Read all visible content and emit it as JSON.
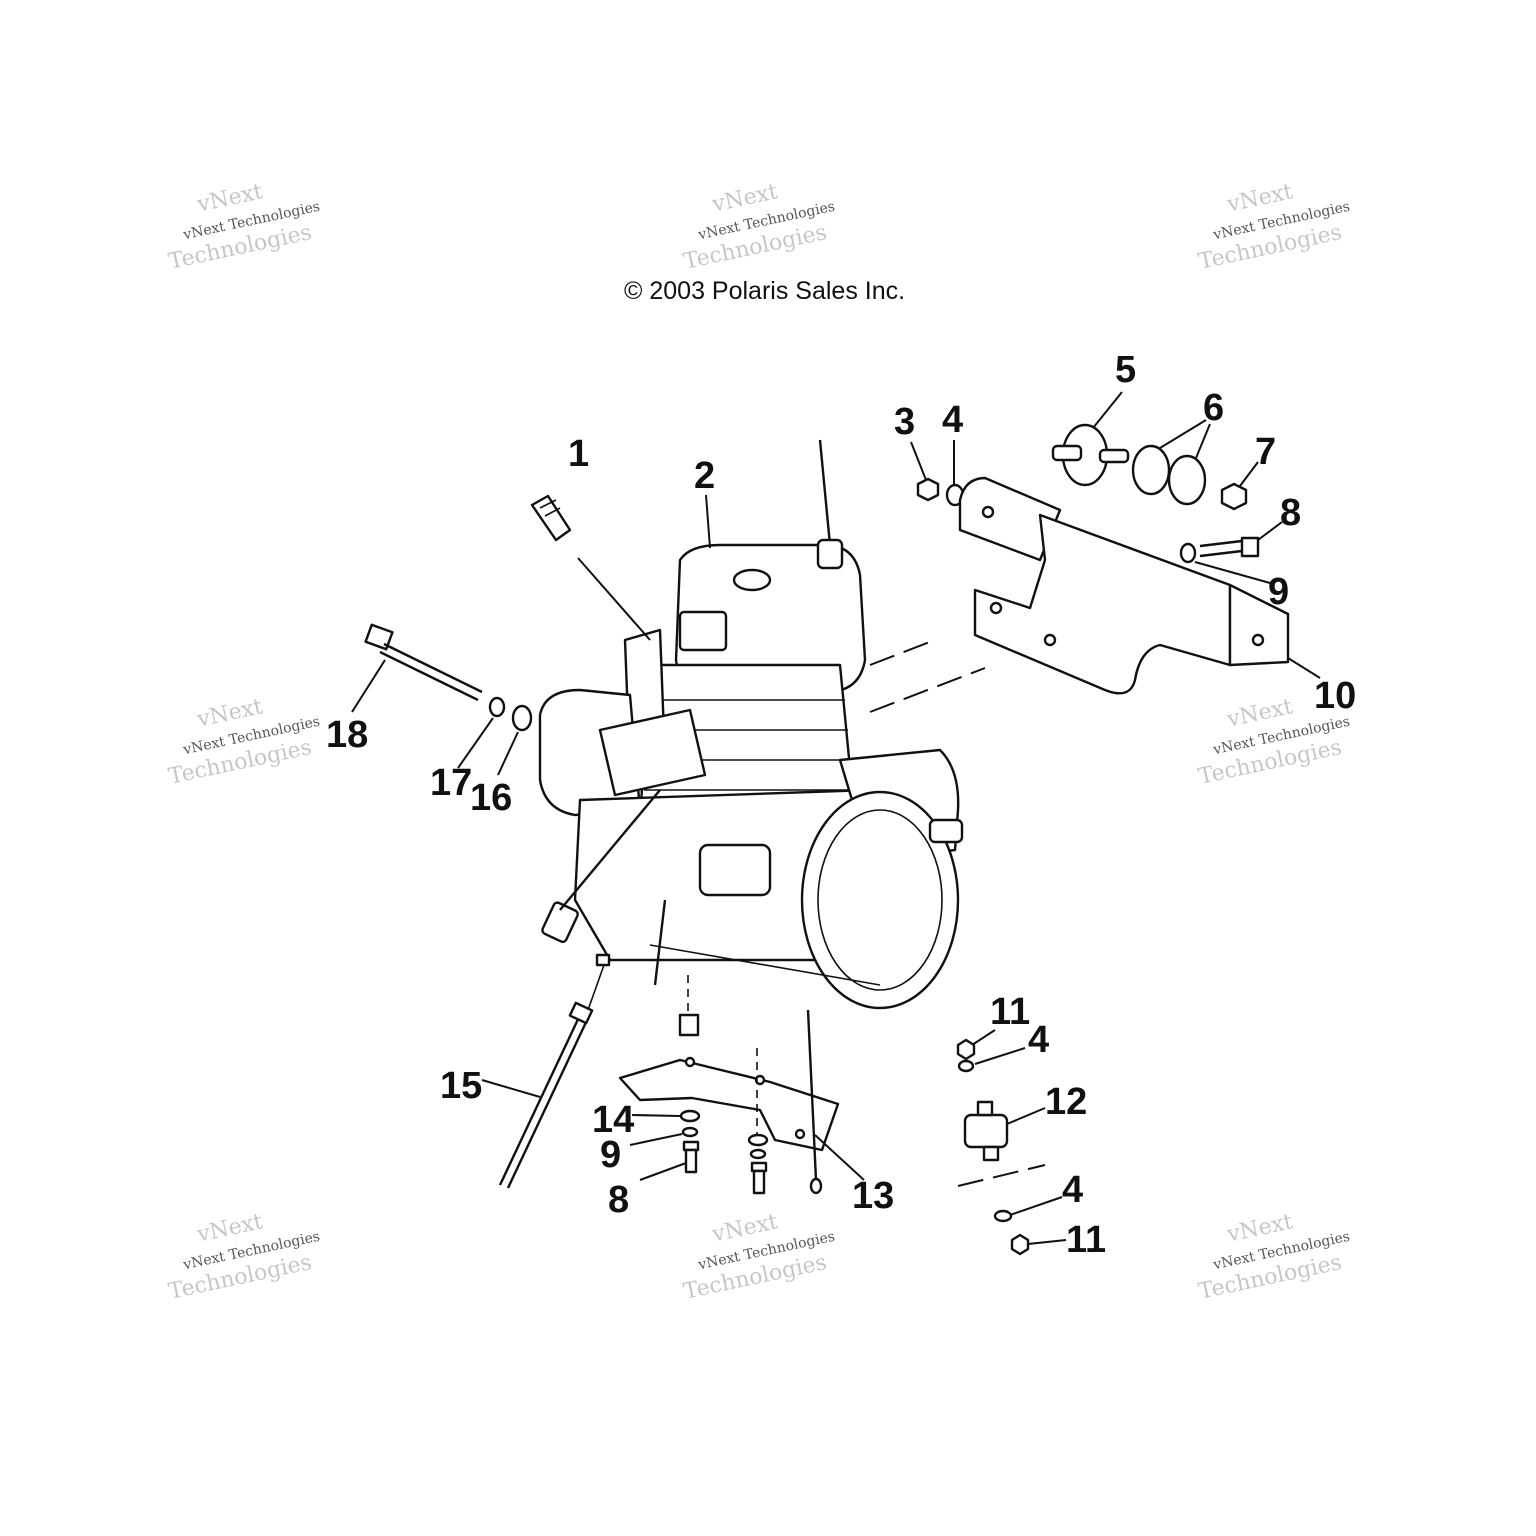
{
  "copyright": "© 2003 Polaris Sales Inc.",
  "watermark": {
    "line1": "vNext Technologies",
    "line2": "vNext",
    "line3": "Technologies"
  },
  "callouts": {
    "c1": "1",
    "c2": "2",
    "c3": "3",
    "c4a": "4",
    "c5": "5",
    "c6": "6",
    "c7": "7",
    "c8a": "8",
    "c9a": "9",
    "c10": "10",
    "c18": "18",
    "c17": "17",
    "c16": "16",
    "c11a": "11",
    "c4b": "4",
    "c12": "12",
    "c15": "15",
    "c14": "14",
    "c9b": "9",
    "c8b": "8",
    "c13": "13",
    "c4c": "4",
    "c11b": "11"
  }
}
